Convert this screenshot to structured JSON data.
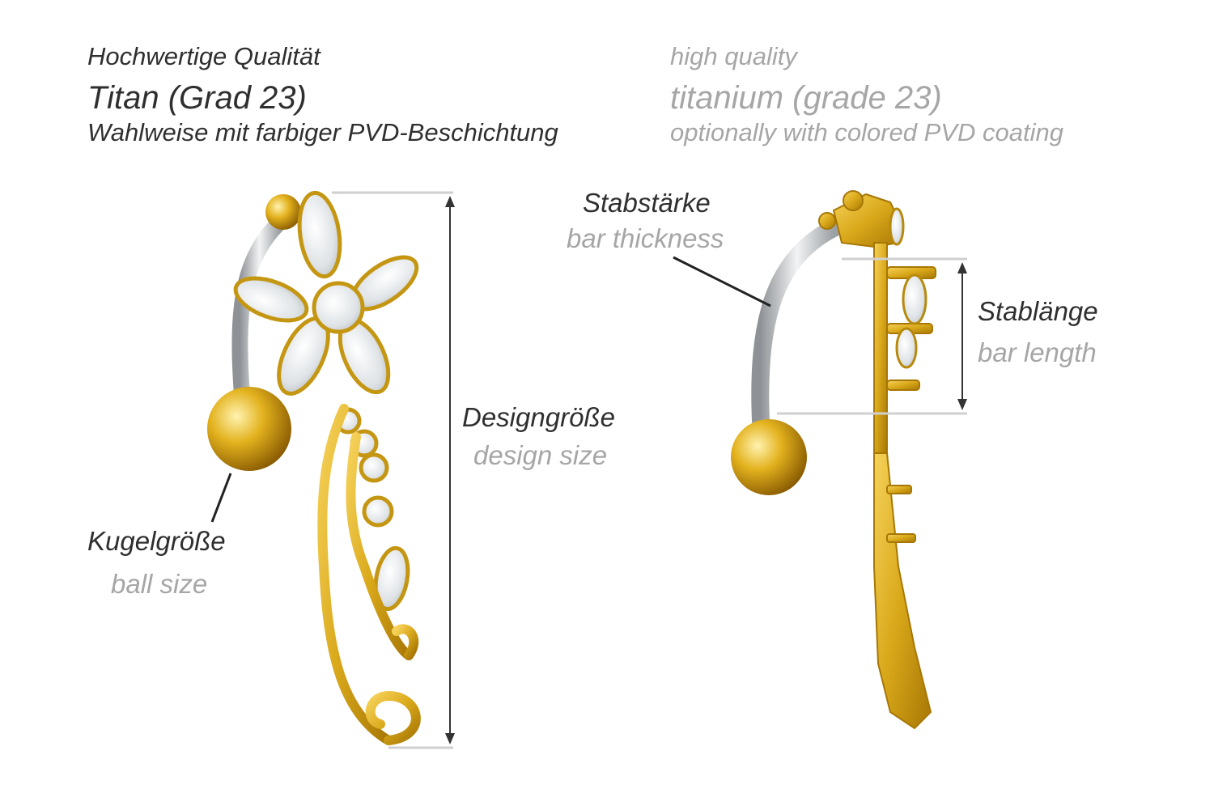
{
  "header": {
    "de": {
      "quality": "Hochwertige Qualität",
      "material": "Titan (Grad 23)",
      "coating": "Wahlweise mit farbiger PVD-Beschichtung"
    },
    "en": {
      "quality": "high quality",
      "material": "titanium (grade 23)",
      "coating": "optionally with colored PVD coating"
    }
  },
  "labels": {
    "ball_size": {
      "de": "Kugelgröße",
      "en": "ball size"
    },
    "design_size": {
      "de": "Designgröße",
      "en": "design size"
    },
    "bar_thickness": {
      "de": "Stabstärke",
      "en": "bar thickness"
    },
    "bar_length": {
      "de": "Stablänge",
      "en": "bar length"
    }
  },
  "colors": {
    "gold": "#d9a81a",
    "gold_dark": "#9c6e05",
    "steel": "#c9cccf",
    "crystal": "#e9ecef",
    "label_dark": "#2f2f2f",
    "label_light": "#a6a6a6"
  }
}
